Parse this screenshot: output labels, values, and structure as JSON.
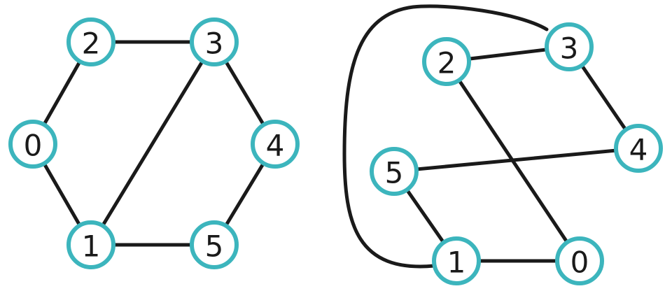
{
  "colors": {
    "node_stroke": "#3cb5bd",
    "edge": "#1a1a1a",
    "node_fill": "#ffffff",
    "label": "#1a1a1a"
  },
  "graphs": [
    {
      "id": "left",
      "nodes": [
        "0",
        "1",
        "2",
        "3",
        "4",
        "5"
      ],
      "edges": [
        [
          "0",
          "2"
        ],
        [
          "0",
          "1"
        ],
        [
          "2",
          "3"
        ],
        [
          "3",
          "4"
        ],
        [
          "3",
          "1"
        ],
        [
          "4",
          "5"
        ],
        [
          "1",
          "5"
        ]
      ]
    },
    {
      "id": "right",
      "nodes": [
        "0",
        "1",
        "2",
        "3",
        "4",
        "5"
      ],
      "edges": [
        [
          "2",
          "3"
        ],
        [
          "3",
          "4"
        ],
        [
          "2",
          "0"
        ],
        [
          "5",
          "4"
        ],
        [
          "5",
          "1"
        ],
        [
          "1",
          "0"
        ],
        [
          "3",
          "1"
        ]
      ]
    }
  ]
}
